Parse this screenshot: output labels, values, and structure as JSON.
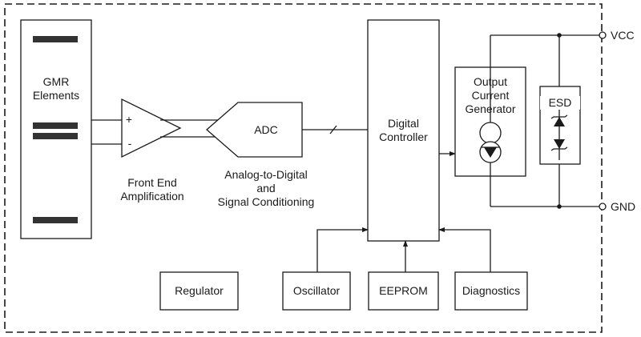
{
  "blocks": {
    "gmr": {
      "line1": "GMR",
      "line2": "Elements"
    },
    "amp": {
      "plus": "+",
      "minus": "-",
      "line1": "Front End",
      "line2": "Amplification"
    },
    "adc": {
      "label": "ADC",
      "line1": "Analog-to-Digital",
      "line2": "and",
      "line3": "Signal Conditioning"
    },
    "controller": {
      "line1": "Digital",
      "line2": "Controller"
    },
    "output": {
      "line1": "Output",
      "line2": "Current",
      "line3": "Generator"
    },
    "esd": {
      "label": "ESD"
    },
    "regulator": {
      "label": "Regulator"
    },
    "oscillator": {
      "label": "Oscillator"
    },
    "eeprom": {
      "label": "EEPROM"
    },
    "diagnostics": {
      "label": "Diagnostics"
    }
  },
  "pins": {
    "vcc": "VCC",
    "gnd": "GND"
  },
  "colors": {
    "stroke": "#1a1a1a",
    "fill": "#ffffff",
    "gmr_bar": "#333333"
  }
}
